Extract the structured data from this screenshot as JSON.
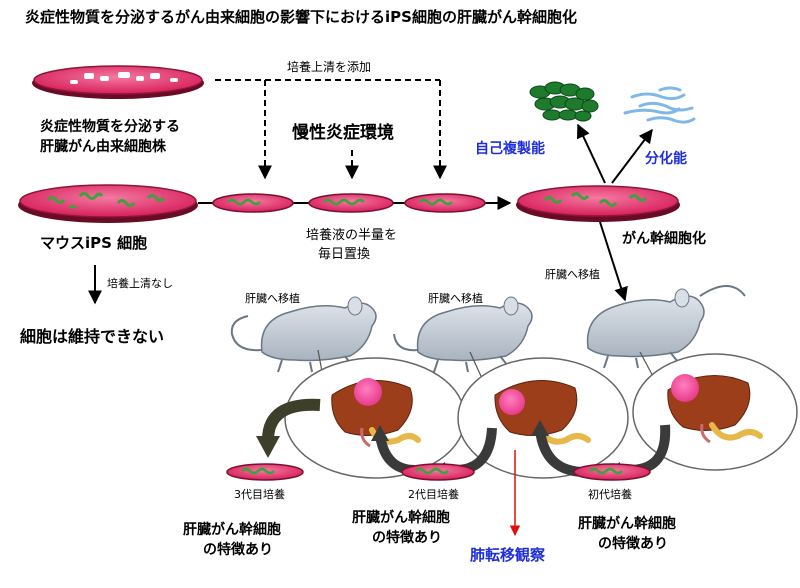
{
  "title": "炎症性物質を分泌するがん由来細胞の影響下におけるiPS細胞の肝臓がん幹細胞化",
  "labels": {
    "add_supernatant": "培養上清を添加",
    "source_line1": "炎症性物質を分泌する",
    "source_line2": "肝臓がん由来細胞株",
    "chronic_inflammation": "慢性炎症環境",
    "mouse_ips": "マウスiPS 細胞",
    "medium_line1": "培養液の半量を",
    "medium_line2": "毎日置換",
    "no_supernatant": "培養上清なし",
    "not_maintained": "細胞は維持できない",
    "self_renewal": "自己複製能",
    "differentiation": "分化能",
    "csc_conversion": "がん幹細胞化",
    "transplant_right": "肝臓へ移植",
    "transplant_mid": "肝臓へ移植",
    "transplant_left": "肝臓へ移植",
    "primary_culture": "初代培養",
    "second_culture": "2代目培養",
    "third_culture": "3代目培養",
    "feature_right_l1": "肝臓がん幹細胞",
    "feature_right_l2": "の特徴あり",
    "feature_mid_l1": "肝臓がん幹細胞",
    "feature_mid_l2": "の特徴あり",
    "feature_left_l1": "肝臓がん幹細胞",
    "feature_left_l2": "の特徴あり",
    "lung_metastasis": "肺転移観察"
  },
  "colors": {
    "dish_pink": "#e8306a",
    "dish_rim": "#7a1030",
    "cells_green": "#3da23d",
    "blue_text": "#1f2fd8",
    "red_arrow": "#e01010",
    "mouse_fill": "#c5cdd6",
    "liver": "#a0401c",
    "tumor_pink": "#f060a0"
  }
}
